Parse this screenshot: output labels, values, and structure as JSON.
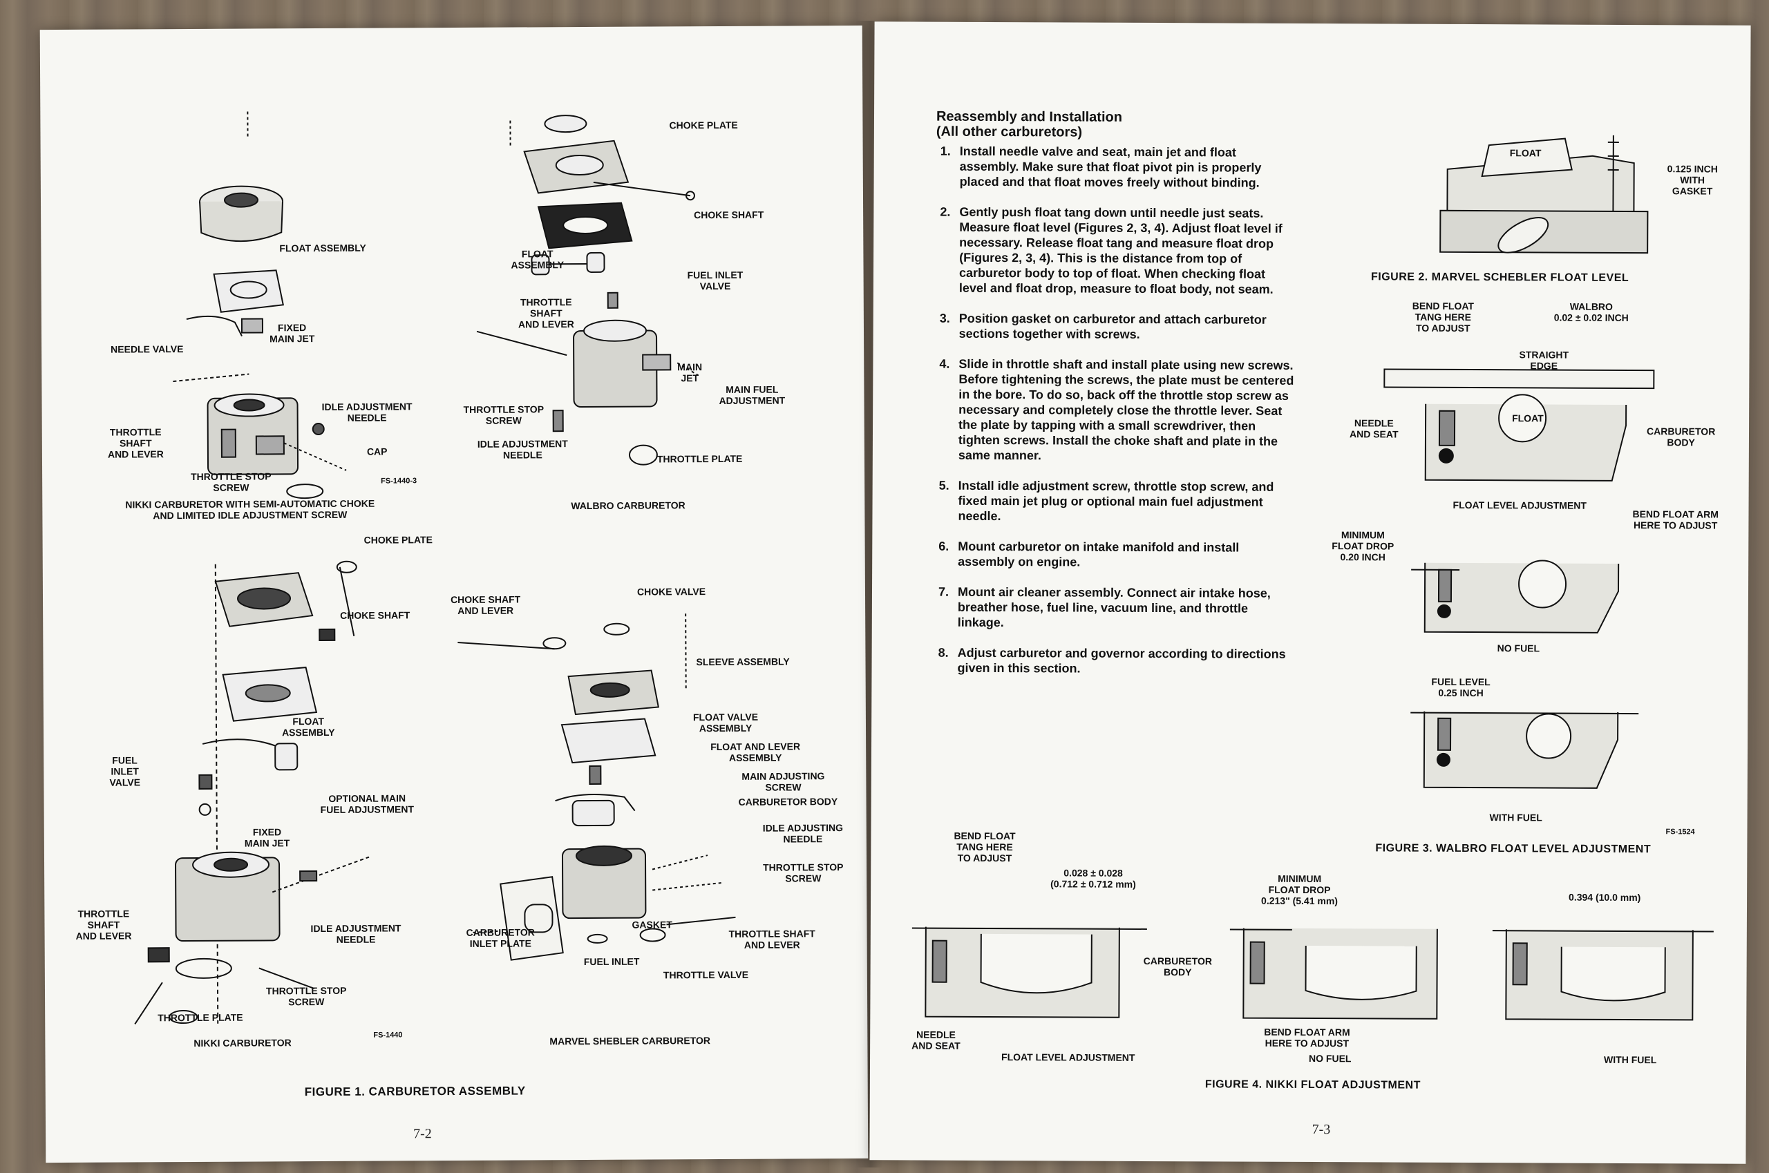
{
  "left_page": {
    "nikki_semi": {
      "labels": {
        "float_assembly": "FLOAT ASSEMBLY",
        "needle_valve": "NEEDLE VALVE",
        "fixed_main_jet": "FIXED\nMAIN JET",
        "idle_adjustment_needle": "IDLE ADJUSTMENT\nNEEDLE",
        "throttle_shaft_lever": "THROTTLE\nSHAFT\nAND LEVER",
        "throttle_stop_screw": "THROTTLE STOP\nSCREW",
        "cap": "CAP"
      },
      "fs": "FS-1440-3",
      "title": "NIKKI CARBURETOR WITH SEMI-AUTOMATIC CHOKE\nAND LIMITED IDLE ADJUSTMENT SCREW"
    },
    "walbro": {
      "labels": {
        "choke_plate": "CHOKE PLATE",
        "choke_shaft": "CHOKE SHAFT",
        "float_assembly": "FLOAT\nASSEMBLY",
        "fuel_inlet_valve": "FUEL INLET\nVALVE",
        "throttle_shaft_lever": "THROTTLE\nSHAFT\nAND LEVER",
        "main_jet": "MAIN\nJET",
        "main_fuel_adjustment": "MAIN FUEL\nADJUSTMENT",
        "throttle_stop_screw": "THROTTLE STOP\nSCREW",
        "idle_adjustment_needle": "IDLE ADJUSTMENT\nNEEDLE",
        "throttle_plate": "THROTTLE PLATE"
      },
      "title": "WALBRO CARBURETOR"
    },
    "nikki": {
      "labels": {
        "choke_plate": "CHOKE PLATE",
        "choke_shaft": "CHOKE SHAFT",
        "float_assembly": "FLOAT\nASSEMBLY",
        "fuel_inlet_valve": "FUEL\nINLET\nVALVE",
        "optional_main": "OPTIONAL MAIN\nFUEL ADJUSTMENT",
        "fixed_main_jet": "FIXED\nMAIN JET",
        "throttle_shaft_lever": "THROTTLE\nSHAFT\nAND LEVER",
        "idle_adjustment_needle": "IDLE ADJUSTMENT\nNEEDLE",
        "throttle_stop_screw": "THROTTLE STOP\nSCREW",
        "throttle_plate": "THROTTLE PLATE"
      },
      "fs": "FS-1440",
      "title": "NIKKI CARBURETOR"
    },
    "marvel": {
      "labels": {
        "choke_shaft_lever": "CHOKE SHAFT\nAND LEVER",
        "choke_valve": "CHOKE VALVE",
        "sleeve_assembly": "SLEEVE ASSEMBLY",
        "float_valve_assembly": "FLOAT VALVE\nASSEMBLY",
        "float_lever_assembly": "FLOAT AND LEVER\nASSEMBLY",
        "main_adjusting_screw": "MAIN ADJUSTING\nSCREW",
        "carburetor_body": "CARBURETOR BODY",
        "idle_adjusting_needle": "IDLE ADJUSTING\nNEEDLE",
        "throttle_stop_screw": "THROTTLE STOP\nSCREW",
        "carburetor_inlet_plate": "CARBURETOR\nINLET PLATE",
        "gasket": "GASKET",
        "throttle_shaft_lever": "THROTTLE SHAFT\nAND LEVER",
        "fuel_inlet": "FUEL INLET",
        "throttle_valve": "THROTTLE VALVE"
      },
      "title": "MARVEL SHEBLER CARBURETOR"
    },
    "figure_caption": "FIGURE   1.   CARBURETOR ASSEMBLY",
    "page_number": "7-2"
  },
  "right_page": {
    "section_title": "Reassembly and Installation",
    "section_subtitle": "(All other carburetors)",
    "steps": [
      {
        "num": "1.",
        "text": "Install needle valve and seat, main jet and float assembly. Make sure that float pivot pin is properly placed and that float moves freely without binding."
      },
      {
        "num": "2.",
        "text": "Gently push float tang down until needle just seats. Measure float level (Figures 2, 3, 4). Adjust float level if necessary. Release float tang and measure float drop (Figures 2, 3, 4). This is the distance from top of carburetor body to top of float. When checking float level and float drop, measure to float body, not seam."
      },
      {
        "num": "3.",
        "text": "Position gasket on carburetor and attach carburetor sections together with screws."
      },
      {
        "num": "4.",
        "text": "Slide in throttle shaft and install plate using new screws. Before tightening the screws, the plate must be centered in the bore. To do so, back off the throttle stop screw as necessary and completely close the throttle lever. Seat the plate by tapping with a small screwdriver, then tighten screws. Install the choke shaft and plate in the same manner."
      },
      {
        "num": "5.",
        "text": "Install idle adjustment screw, throttle stop screw, and fixed main jet plug or optional main fuel adjustment needle."
      },
      {
        "num": "6.",
        "text": "Mount carburetor on intake manifold and install assembly on engine."
      },
      {
        "num": "7.",
        "text": "Mount air cleaner assembly. Connect air intake hose, breather hose, fuel line, vacuum line, and throttle linkage."
      },
      {
        "num": "8.",
        "text": "Adjust carburetor and governor according to directions given in this section."
      }
    ],
    "fig2": {
      "float": "FLOAT",
      "measure": "0.125 INCH\nWITH\nGASKET",
      "caption": "FIGURE   2.   MARVEL SCHEBLER FLOAT LEVEL"
    },
    "fig3": {
      "bend_tang": "BEND FLOAT\nTANG HERE\nTO ADJUST",
      "walbro": "WALBRO\n0.02 ± 0.02 INCH",
      "straight_edge": "STRAIGHT\nEDGE",
      "float": "FLOAT",
      "needle_seat": "NEEDLE\nAND SEAT",
      "carb_body": "CARBURETOR\nBODY",
      "float_level_adj": "FLOAT LEVEL ADJUSTMENT",
      "min_drop": "MINIMUM\nFLOAT DROP\n0.20 INCH",
      "bend_arm": "BEND FLOAT ARM\nHERE TO ADJUST",
      "no_fuel": "NO FUEL",
      "fuel_level": "FUEL LEVEL\n0.25 INCH",
      "with_fuel": "WITH FUEL",
      "fs": "FS-1524",
      "caption": "FIGURE   3.   WALBRO FLOAT LEVEL ADJUSTMENT"
    },
    "fig4": {
      "bend_tang": "BEND FLOAT\nTANG HERE\nTO ADJUST",
      "measure1": "0.028 ± 0.028\n(0.712 ± 0.712 mm)",
      "carb_body": "CARBURETOR\nBODY",
      "needle_seat": "NEEDLE\nAND SEAT",
      "float_level_adj": "FLOAT LEVEL ADJUSTMENT",
      "min_drop": "MINIMUM\nFLOAT DROP\n0.213\" (5.41 mm)",
      "bend_arm": "BEND FLOAT ARM\nHERE TO ADJUST",
      "no_fuel": "NO FUEL",
      "measure3": "0.394 (10.0 mm)",
      "with_fuel": "WITH FUEL",
      "caption": "FIGURE   4.   NIKKI FLOAT ADJUSTMENT"
    },
    "page_number": "7-3"
  }
}
